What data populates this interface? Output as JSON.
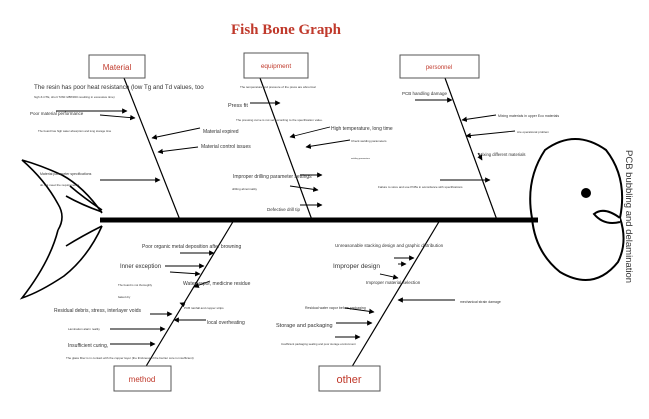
{
  "title": "Fish Bone Graph",
  "effect": "PCB bubbling and delamination",
  "colors": {
    "title": "#c0392b",
    "category_text": "#c0392b",
    "line": "#000000",
    "box_border": "#555555",
    "spine": "#000000"
  },
  "categories": {
    "material": {
      "label": "Material",
      "causes": [
        "The resin has poor heat resistance (low Tg and Td values, too",
        "high Z-CTE, short T260 /288/300 resulting in excessive time)",
        "Poor material performance",
        "The board has high water absorption and long storage time",
        "Material expired",
        "Material control issues",
        "Material parameter specifications",
        "do not meet the requirements"
      ]
    },
    "equipment": {
      "label": "equipment",
      "causes": [
        "The temperature and pressure of the press are abnormal",
        "Press fit",
        "The pressing curve is not set according to the specification value.",
        "High temperature, long time",
        "Check welding parameters",
        "welding parameters",
        "Improper drilling parameter settings",
        "drilling abnormality",
        "Defective drill tip"
      ]
    },
    "personnel": {
      "label": "personnel",
      "causes": [
        "PCB handling damage",
        "Mixing materials in upper Eco materials",
        "Are operational problem",
        "Mixing different materials",
        "Failure to store and use PCBs in accordance with specifications"
      ]
    },
    "method": {
      "label": "method",
      "causes": [
        "Poor organic metal deposition after browning",
        "Inner exception",
        "The board is not thoroughly",
        "baked dry",
        "Water vapor, medicine residue",
        "PCB rainfall and copper strips",
        "Residual debris, stress, interlayer voids",
        "local overheating",
        "Lamination alarm reality",
        "Insufficient curing,",
        "The glass fiber is in contact with the copper layer (the thickness of the barrier core is insufficient)"
      ]
    },
    "other": {
      "label": "other",
      "causes": [
        "Unreasonable stacking design and graphic distribution",
        "Improper design",
        "Improper material selection",
        "mechanical strain damage",
        "Residual water vapor before packaging",
        "Storage and packaging",
        "Insufficient packaging sealing and poor storage environment"
      ]
    }
  }
}
